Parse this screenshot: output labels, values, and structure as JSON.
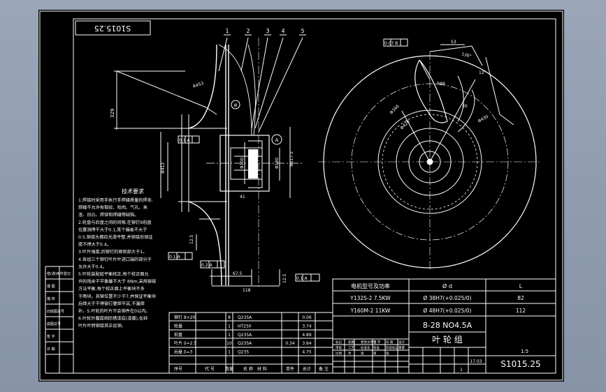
{
  "drawing": {
    "number_top": "S1015.25",
    "number_bottom": "S1015.25",
    "model": "8-28 NO4.5A",
    "name": "叶 轮 组",
    "part_callouts": [
      "1",
      "2",
      "3",
      "4",
      "5"
    ],
    "datum_a": "A",
    "view_circle_mark": "Ⅲ"
  },
  "dimensions": {
    "r_top": "R453",
    "height_left": "329",
    "dia_outer": "Φ517.5",
    "dia_inner": "Φ412",
    "dia_hub": "Φ100",
    "dia_bore": "Φ180",
    "width_small": "41",
    "width_bottom": "67.5",
    "width_total": "118",
    "dim_c": "12.5",
    "dim_d": "12.5",
    "tol_side_a": "0.1 A",
    "tol_side_b": "0.1 A",
    "tol_bottom": "0.2 A",
    "tol_bottom_b": "0.1 A",
    "tol_top_right": "0.07 B",
    "angle_top": "136°",
    "dim_right_top": "53",
    "dim_right_r": "R88",
    "dim_right_d1": "Φ346",
    "dim_right_d2": "Φ430",
    "dim_right_d3": "Φ420",
    "dim_right_small": "30",
    "dim_right_angle": "12°"
  },
  "notes": {
    "title": "技术要求",
    "lines": [
      "1.焊接时采用手执行手焊缝质量的焊条,",
      "焊缝不允许有裂纹、咬肉、气孔、夹",
      "渣、凹凸、焊穿和焊缝等缺陷。",
      "2.轮盘与后盘之间的间隙,在铆钉9前盘",
      "位置测得不大于0.1,某个偏差不大于",
      "0.5,铆接头都应光滑平整,并铆接后保证",
      "度不得大于0.4。",
      "3.叶片强度,后铆钉的原则部大于1。",
      "4.各组三个铆钉叶片叶进口端的部分于",
      "允许大于0.4。",
      "5.叶轮装配组平衡校正,每个校正面允",
      "许的残余不平衡量不大于 6Nm,采用铆接",
      "方法平衡,每个校正面上平衡块不多",
      "于两块。其铆位置不少于7,并保证平衡块",
      "后焊大于不得铆钉要焊平其,不漏焊",
      "补。5.叶轮的叶片不会铆件在0以内。",
      "6.叶轮外露面刷防锈漆底(漆膜),在转",
      "叶片叶转铆接其正反铆。"
    ]
  },
  "motor_table": {
    "headers": [
      "电机型号及功率",
      "Ø d",
      "L"
    ],
    "rows": [
      [
        "Y132S-2 7.5KW",
        "Ø 38H7(+0.025/0)",
        "82"
      ],
      [
        "Y160M-2 11KW",
        "Ø 48H7(+0.025/0)",
        "112"
      ]
    ]
  },
  "parts_list": {
    "rows": [
      {
        "no": "",
        "code": "",
        "name": "铆钉 8×20",
        "qty": "8",
        "mat": "Q235A",
        "w1": "",
        "w2": "0.06"
      },
      {
        "no": "",
        "code": "",
        "name": "轮盘",
        "qty": "1",
        "mat": "HT250",
        "w1": "",
        "w2": "3.74"
      },
      {
        "no": "",
        "code": "",
        "name": "前盘",
        "qty": "1",
        "mat": "Q235A",
        "w1": "",
        "w2": "4.89"
      },
      {
        "no": "",
        "code": "",
        "name": "叶片 δ=2.5",
        "qty": "10",
        "mat": "Q235A",
        "w1": "0.34",
        "w2": "3.64"
      },
      {
        "no": "",
        "code": "",
        "name": "后盘 δ=3",
        "qty": "1",
        "mat": "Q235",
        "w1": "",
        "w2": "4.75"
      }
    ],
    "header": [
      "序号",
      "代 号",
      "名 称",
      "数量",
      "材 料",
      "单件",
      "总计"
    ],
    "header_right": "备 注"
  },
  "title_block": {
    "scale": "1:5",
    "mass": "17.03",
    "sheet": "1",
    "small_labels": [
      "标记",
      "处数",
      "更改文件号",
      "签 字",
      "日 期",
      "设计",
      "审核",
      "工艺",
      "标准化",
      "批准",
      "阶段标记",
      "重量",
      "比例",
      "共",
      "张",
      "第",
      "张"
    ]
  },
  "left_strip": {
    "labels": [
      "借(通)用件登记",
      "描 图",
      "描 校",
      "旧底图总号",
      "底图总号",
      "签 字",
      "日 期"
    ]
  }
}
